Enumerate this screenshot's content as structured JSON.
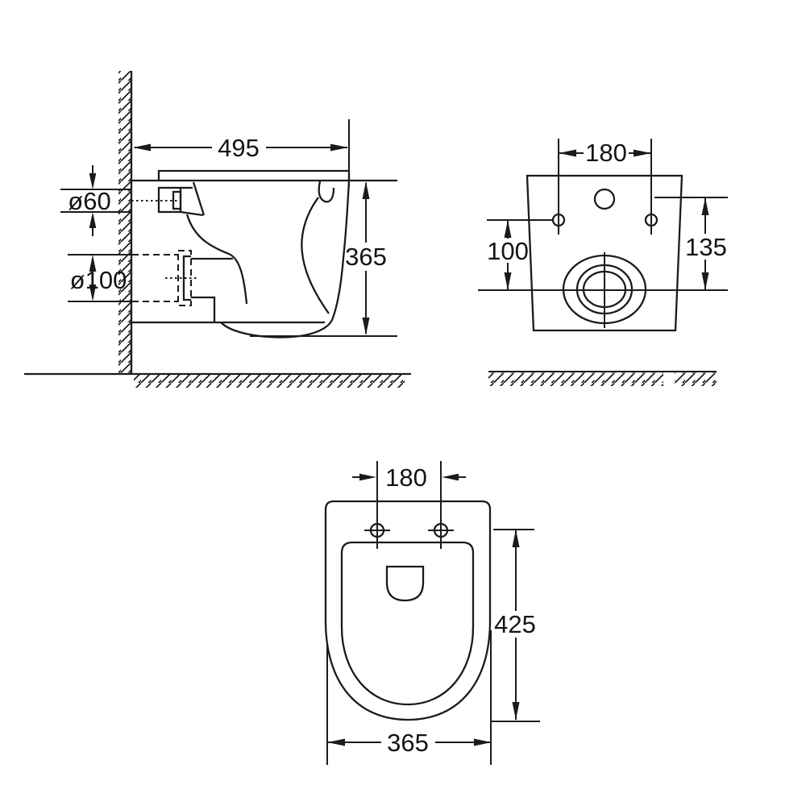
{
  "colors": {
    "line": "#1b1b1b",
    "background": "#ffffff"
  },
  "views": {
    "side": {
      "depth": "495",
      "height": "365",
      "inlet_diameter": "ø60",
      "outlet_diameter": "ø100"
    },
    "rear": {
      "fixing_hole_spacing": "180",
      "inlet_center_height": "135",
      "fixing_hole_height": "100"
    },
    "top": {
      "fixing_hole_spacing": "180",
      "depth": "425",
      "width": "365"
    }
  }
}
